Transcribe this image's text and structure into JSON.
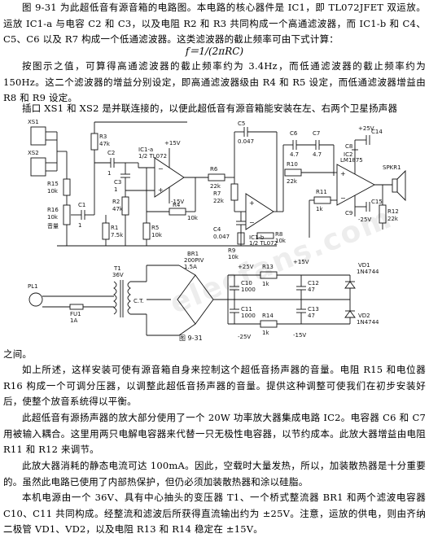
{
  "paragraphs": {
    "p1": "图 9-31 为此超低音有源音箱的电路图。本电路的核心器件是 IC1，即 TL072JFET 双运放。运放 IC1-a 与电容 C2 和 C3，以及电阻 R2 和 R3 共同构成一个高通滤波器，而 IC1-b 和 C4、C5、C6 以及 R7 构成一个低通滤波器。这类滤波器的截止频率可由下式计算：",
    "formula": "f＝1/(2πRC)",
    "p2": "按图示之值，可算得高通滤波器的截止频率约为 3.4Hz，而低通滤波器的截止频率约为 150Hz。这二个滤波器的增益分别设定，即高通滤波器级由 R4 和 R5 设定，而低通滤波器增益由 R8 和 R9 设定。",
    "p3": "插口 XS1 和 XS2 是并联连接的，以便此超低音有源音箱能安装在左、右两个卫星扬声器",
    "p4": "之间。",
    "p5": "如上所述，这样安装可使有源音箱自身来控制这个超低音扬声器的音量。电阻 R15 和电位器 R16 构成一个可调分压器，以调整此超低音扬声器的音量。提供这种调整可使我们在初步安装好后，使整个放音系统得以平衡。",
    "p6": "此超低音有源扬声器的放大部分使用了一个 20W 功率放大器集成电路 IC2。电容器 C6 和 C7 用被输入耦合。这里用两只电解电容器来代替一只无极性电容器，以节约成本。此放大器增益由电阻 R11 和 R12 来调节。",
    "p7": "此放大器消耗的静态电流可达 100mA。因此，空载时大量发热，所以，加装散热器是十分重要的。虽然此电路已使用了内部热保护，但仍必须加装散热器和涂以硅脂。",
    "p8": "本机电源由一个 36V、具有中心抽头的变压器 T1、一个桥式整流器 BR1 和两个滤波电容器 C10、C11 共同构成。经整流和滤波后所获得直流输出约为 ±25V。注意，运放的供电，则由齐纳二极管 VD1、VD2，以及电阻 R13 和 R14 稳定在 ±15V。"
  },
  "figure": {
    "caption": "图  9-31",
    "labels": {
      "xs1": "XS1",
      "xs2": "XS2",
      "r15": "R15",
      "r15v": "10k",
      "r16": "R16",
      "r16v": "10k",
      "vol": "音量",
      "r3": "R3",
      "r3v": "47k",
      "c2": "C2",
      "c2v": "1",
      "c3": "C3",
      "c3v": "1",
      "r2": "R2",
      "r2v": "47k",
      "c1": "C1",
      "c1v": "1",
      "r1": "R1",
      "r1v": "7.5k",
      "ic1a": "IC1-a",
      "ic1a2": "1/2 TL072",
      "p15": "+15V",
      "m15": "-15V",
      "r4": "R4",
      "r4v": "10k",
      "r5": "R5",
      "r5v": "10k",
      "c5": "C5",
      "c5v": "0.047",
      "r6": "R6",
      "r6v": "22k",
      "r7": "R7",
      "r7v": "22k",
      "c4": "C4",
      "c4v": "0.047",
      "ic1b": "IC1-b",
      "ic1b2": "1/2 TL072",
      "r8": "R8",
      "r8v": "10k",
      "r9": "R9",
      "r9v": "10k",
      "c6": "C6",
      "c6v": "4.7",
      "c7": "C7",
      "c7v": "4.7",
      "r10": "R10",
      "r10v": "22k",
      "ic2": "IC2",
      "ic2b": "LM1875",
      "r11": "R11",
      "r11v": "1k",
      "c8": "C8",
      "c9": "C9",
      "c14": "C14",
      "c15": "C15",
      "r12": "R12",
      "r12v": "22k",
      "spk": "SPKR1",
      "p25": "+25V",
      "m25": "-25V",
      "br1": "BR1",
      "br1v": "200PIV",
      "br1a": "1.5A",
      "t1": "T1",
      "t1v": "36V",
      "pl1": "PL1",
      "fu1": "FU1",
      "fu1v": "1A",
      "ct": "C.T.",
      "c10": "C10",
      "c10v": "1000",
      "c11": "C11",
      "c11v": "1000",
      "r13": "R13",
      "r13v": "1k",
      "r14": "R14",
      "r14v": "1k",
      "c12": "C12",
      "c12v": "47",
      "c13": "C13",
      "c13v": "47",
      "vd1": "VD1",
      "vd1v": "1N4744",
      "vd2": "VD2",
      "vd2v": "1N4744",
      "p15b": "+15V",
      "m15b": "-15V",
      "p25b": "+25V",
      "m25b": "-25V"
    }
  },
  "watermark": "elecfans.com"
}
